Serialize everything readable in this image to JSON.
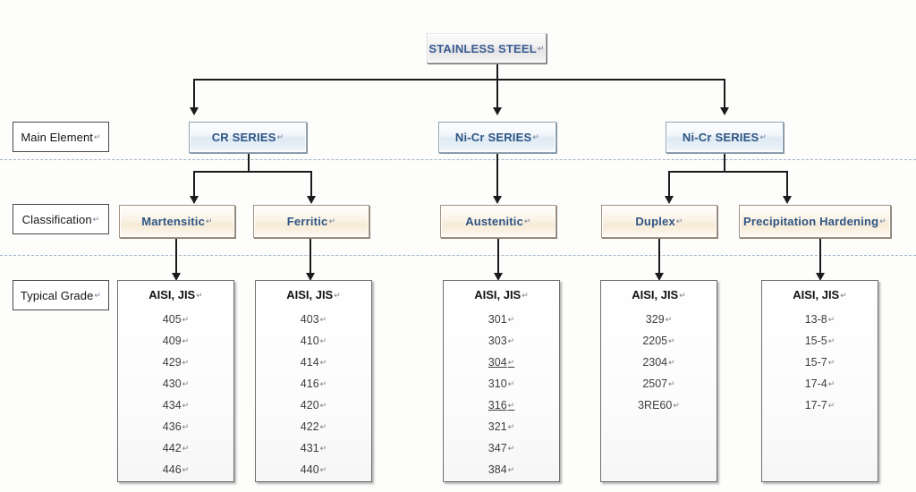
{
  "diagram": {
    "title": "STAINLESS STEEL",
    "pilcrow": "↵",
    "colors": {
      "accent_text": "#2e5584",
      "root_box": "#eeeeee",
      "main_box": "#dde9f3",
      "class_box": "#f6ead6",
      "grade_box": "#ffffff",
      "separator": "#9fb4c6",
      "connector": "#1b1b1b"
    },
    "row_labels": [
      {
        "id": "main-element",
        "text": "Main Element"
      },
      {
        "id": "classification",
        "text": "Classification"
      },
      {
        "id": "typical-grade",
        "text": "Typical Grade"
      }
    ],
    "root": {
      "label": "STAINLESS STEEL"
    },
    "main_elements": [
      {
        "id": "cr-series",
        "label": "CR SERIES"
      },
      {
        "id": "ni-cr-series-1",
        "label": "Ni-Cr SERIES"
      },
      {
        "id": "ni-cr-series-2",
        "label": "Ni-Cr SERIES"
      }
    ],
    "classifications": [
      {
        "id": "martensitic",
        "label": "Martensitic"
      },
      {
        "id": "ferritic",
        "label": "Ferritic"
      },
      {
        "id": "austenitic",
        "label": "Austenitic"
      },
      {
        "id": "duplex",
        "label": "Duplex"
      },
      {
        "id": "precipitation-hardening",
        "label": "Precipitation Hardening"
      }
    ],
    "grade_header": "AISI, JIS",
    "grade_columns": [
      {
        "id": "grades-martensitic",
        "header": "AISI, JIS",
        "items": [
          {
            "value": "405",
            "highlight": false
          },
          {
            "value": "409",
            "highlight": false
          },
          {
            "value": "429",
            "highlight": false
          },
          {
            "value": "430",
            "highlight": false
          },
          {
            "value": "434",
            "highlight": false
          },
          {
            "value": "436",
            "highlight": false
          },
          {
            "value": "442",
            "highlight": false
          },
          {
            "value": "446",
            "highlight": false
          }
        ]
      },
      {
        "id": "grades-ferritic",
        "header": "AISI, JIS",
        "items": [
          {
            "value": "403",
            "highlight": false
          },
          {
            "value": "410",
            "highlight": false
          },
          {
            "value": "414",
            "highlight": false
          },
          {
            "value": "416",
            "highlight": false
          },
          {
            "value": "420",
            "highlight": false
          },
          {
            "value": "422",
            "highlight": false
          },
          {
            "value": "431",
            "highlight": false
          },
          {
            "value": "440",
            "highlight": false
          }
        ]
      },
      {
        "id": "grades-austenitic",
        "header": "AISI, JIS",
        "items": [
          {
            "value": "301",
            "highlight": false
          },
          {
            "value": "303",
            "highlight": false
          },
          {
            "value": "304",
            "highlight": true
          },
          {
            "value": "310",
            "highlight": false
          },
          {
            "value": "316",
            "highlight": true
          },
          {
            "value": "321",
            "highlight": false
          },
          {
            "value": "347",
            "highlight": false
          },
          {
            "value": "384",
            "highlight": false
          }
        ]
      },
      {
        "id": "grades-duplex",
        "header": "AISI, JIS",
        "items": [
          {
            "value": "329",
            "highlight": false
          },
          {
            "value": "2205",
            "highlight": false
          },
          {
            "value": "2304",
            "highlight": false
          },
          {
            "value": "2507",
            "highlight": false
          },
          {
            "value": "3RE60",
            "highlight": false
          }
        ]
      },
      {
        "id": "grades-precipitation-hardening",
        "header": "AISI, JIS",
        "items": [
          {
            "value": "13-8",
            "highlight": false
          },
          {
            "value": "15-5",
            "highlight": false
          },
          {
            "value": "15-7",
            "highlight": false
          },
          {
            "value": "17-4",
            "highlight": false
          },
          {
            "value": "17-7",
            "highlight": false
          }
        ]
      }
    ]
  }
}
